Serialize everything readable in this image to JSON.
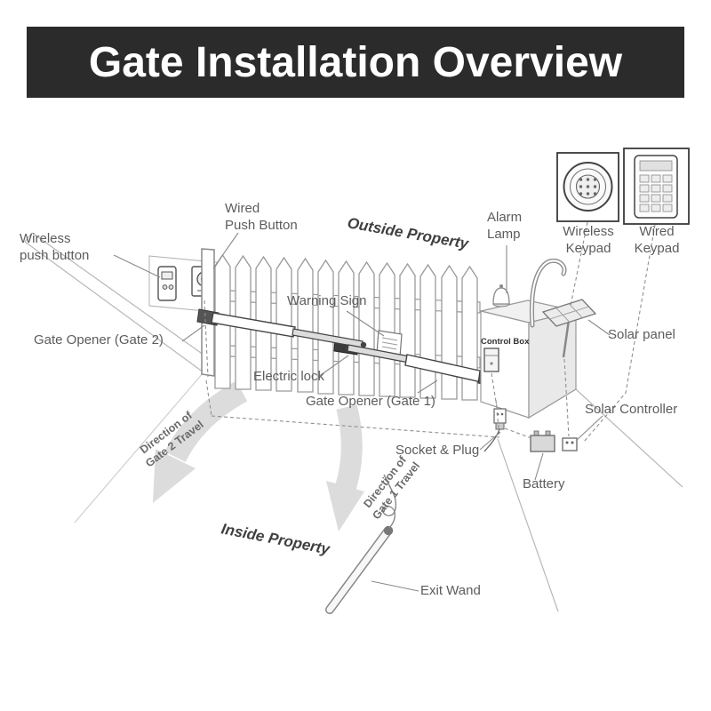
{
  "header": {
    "title": "Gate Installation Overview"
  },
  "colors": {
    "header_bg": "#2b2b2b",
    "header_text": "#ffffff",
    "diagram_line": "#9a9a9a",
    "label_text": "#5c5c5c",
    "arrow_fill": "#dcdcdc"
  },
  "labels": {
    "wireless_push_button": "Wireless\npush button",
    "wired_push_button": "Wired\nPush Button",
    "outside_property": "Outside Property",
    "alarm_lamp": "Alarm\nLamp",
    "wireless_keypad": "Wireless\nKeypad",
    "wired_keypad": "Wired\nKeypad",
    "warning_sign": "Warning Sign",
    "gate_opener_gate2": "Gate Opener (Gate 2)",
    "electric_lock": "Electric lock",
    "gate_opener_gate1": "Gate Opener (Gate 1)",
    "control_box": "Control Box",
    "solar_panel": "Solar panel",
    "solar_controller": "Solar Controller",
    "socket_plug": "Socket & Plug",
    "battery": "Battery",
    "direction_gate2": "Direction of\nGate 2 Travel",
    "direction_gate1": "Direction of\nGate 1 Travel",
    "inside_property": "Inside Property",
    "exit_wand": "Exit Wand"
  }
}
